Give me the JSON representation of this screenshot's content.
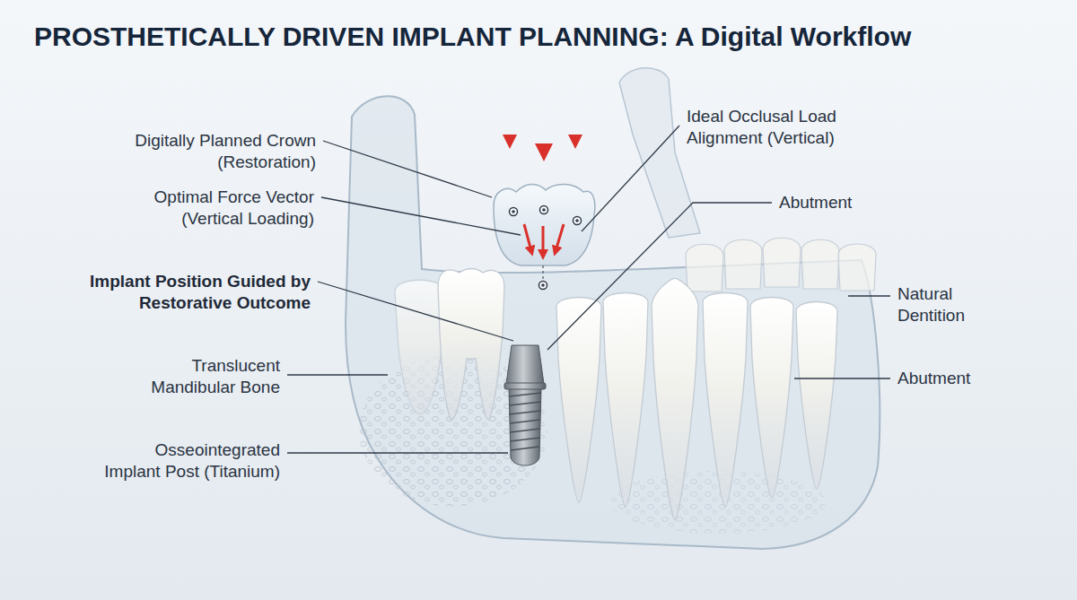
{
  "diagram": {
    "title": "PROSTHETICALLY DRIVEN IMPLANT PLANNING: A Digital Workflow",
    "labels": [
      "Digitally Planned Crown (Restoration)",
      "Optimal Force Vector (Vertical Loading)",
      "Implant Position Guided by Restorative Outcome",
      "Translucent Mandibular Bone",
      "Osseointegrated Implant Post (Titanium)",
      "Ideal Occlusal Load Alignment (Vertical)",
      "Abutment",
      "Natural Dentition",
      "Abutment"
    ]
  }
}
